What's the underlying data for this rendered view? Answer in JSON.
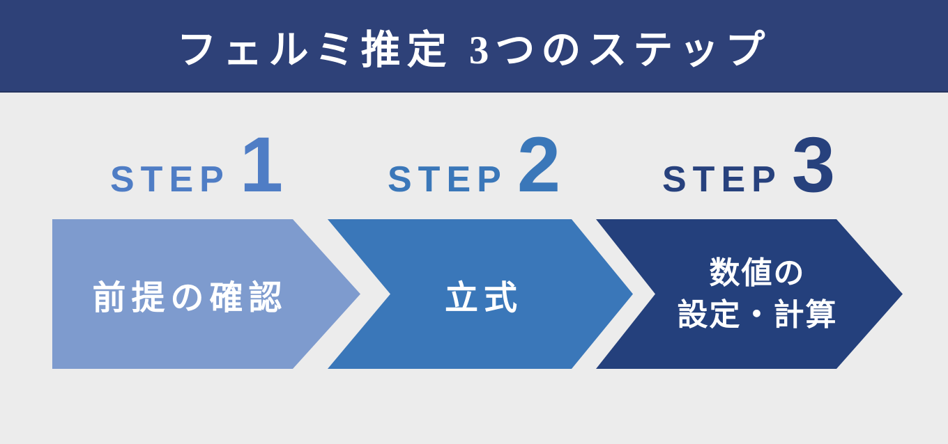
{
  "header": {
    "title": "フェルミ推定 3つのステップ",
    "bg": "#2e4178",
    "text_color": "#ffffff"
  },
  "background": "#ececec",
  "steps": [
    {
      "step_word": "STEP",
      "number": "1",
      "lines": [
        "前提の確認"
      ],
      "arrow_color": "#7e9bce",
      "step_color": "#4f7dc5"
    },
    {
      "step_word": "STEP",
      "number": "2",
      "lines": [
        "立式"
      ],
      "arrow_color": "#3a77b9",
      "step_color": "#3a77b9"
    },
    {
      "step_word": "STEP",
      "number": "3",
      "lines": [
        "数値の",
        "設定・計算"
      ],
      "arrow_color": "#24407c",
      "step_color": "#27417d"
    }
  ]
}
